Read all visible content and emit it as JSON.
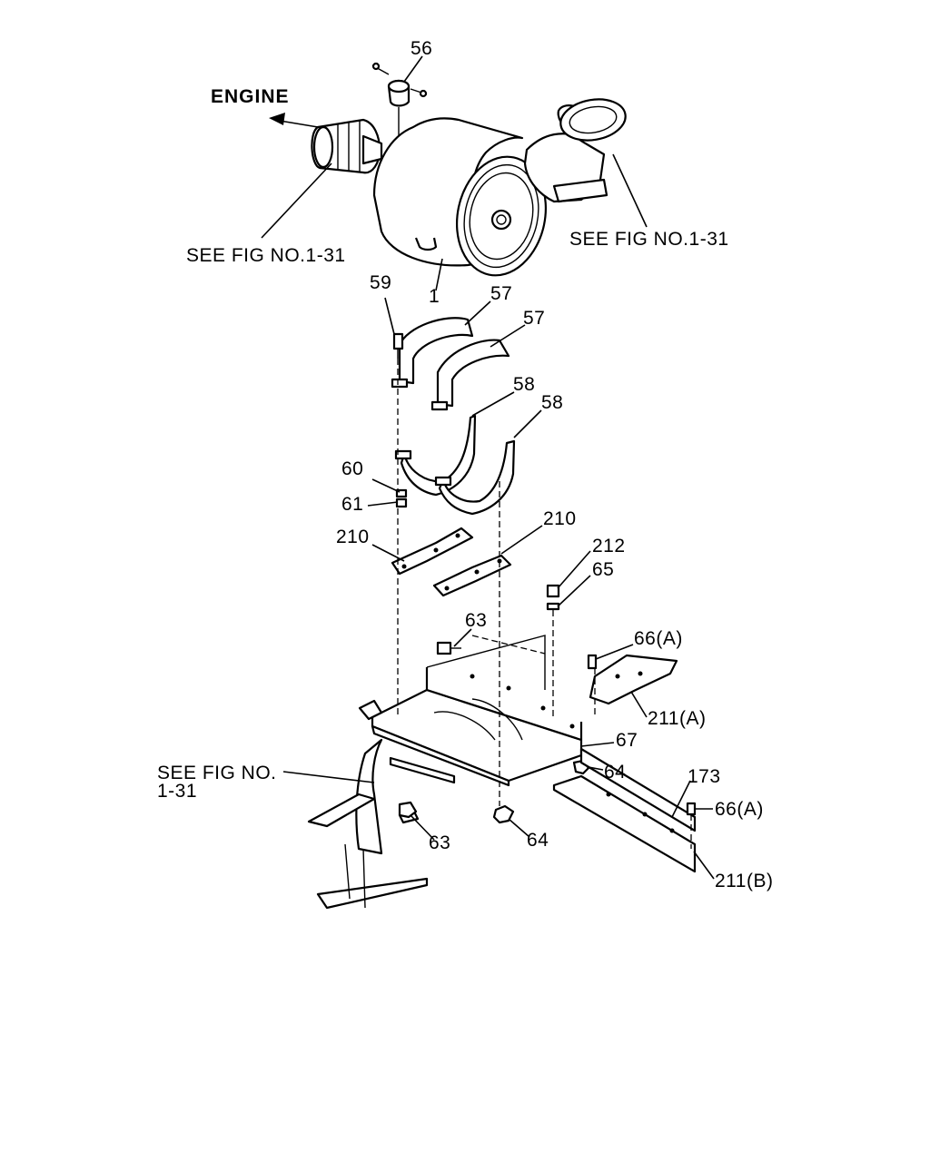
{
  "labels": {
    "engine": "ENGINE",
    "see_fig_left": "SEE FIG NO.1-31",
    "see_fig_right": "SEE FIG NO.1-31",
    "see_fig_bottom_line1": "SEE FIG NO.",
    "see_fig_bottom_line2": "1-31",
    "p1": "1",
    "p56": "56",
    "p57a": "57",
    "p57b": "57",
    "p58a": "58",
    "p58b": "58",
    "p59": "59",
    "p60": "60",
    "p61": "61",
    "p210a": "210",
    "p210b": "210",
    "p212": "212",
    "p65": "65",
    "p63a": "63",
    "p63b": "63",
    "p66a_top": "66(A)",
    "p66a_bottom": "66(A)",
    "p211a": "211(A)",
    "p211b": "211(B)",
    "p67": "67",
    "p64a": "64",
    "p64b": "64",
    "p173": "173"
  }
}
